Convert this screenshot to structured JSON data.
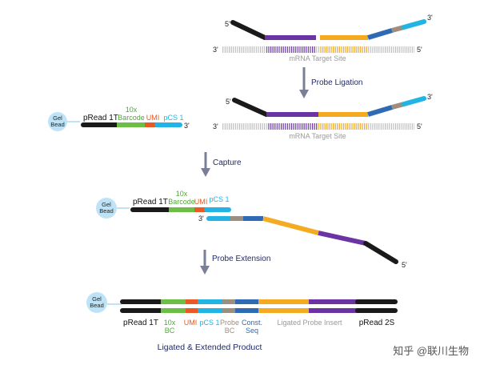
{
  "colors": {
    "black": "#1a1a1a",
    "purple": "#6a35a3",
    "orange": "#f4ab22",
    "taupe": "#9d8f80",
    "blue": "#2f6bb5",
    "cyan": "#23b4e6",
    "green": "#6cbe45",
    "red": "#e75a24",
    "bead": "#bfe3f6",
    "step_text": "#1f2a6b",
    "arrow": "#7a7f98"
  },
  "labels": {
    "five_prime": "5'",
    "three_prime": "3'",
    "mrna_target_site": "mRNA Target Site",
    "gel": "Gel",
    "bead": "Bead",
    "pread1t": "pRead 1T",
    "tenx": "10x",
    "barcode": "Barcode",
    "umi": "UMI",
    "pcs1": "pCS 1",
    "pread2s": "pRead 2S",
    "tenx_bc_1": "10x",
    "tenx_bc_2": "BC",
    "probe_bc_1": "Probe",
    "probe_bc_2": "BC",
    "const_seq_1": "Const.",
    "const_seq_2": "Seq",
    "ligated_probe_insert": "Ligated Probe Insert"
  },
  "steps": {
    "probe_ligation": "Probe Ligation",
    "capture": "Capture",
    "probe_extension": "Probe Extension"
  },
  "product_title": "Ligated & Extended Product",
  "watermark": "知乎 @联川生物"
}
